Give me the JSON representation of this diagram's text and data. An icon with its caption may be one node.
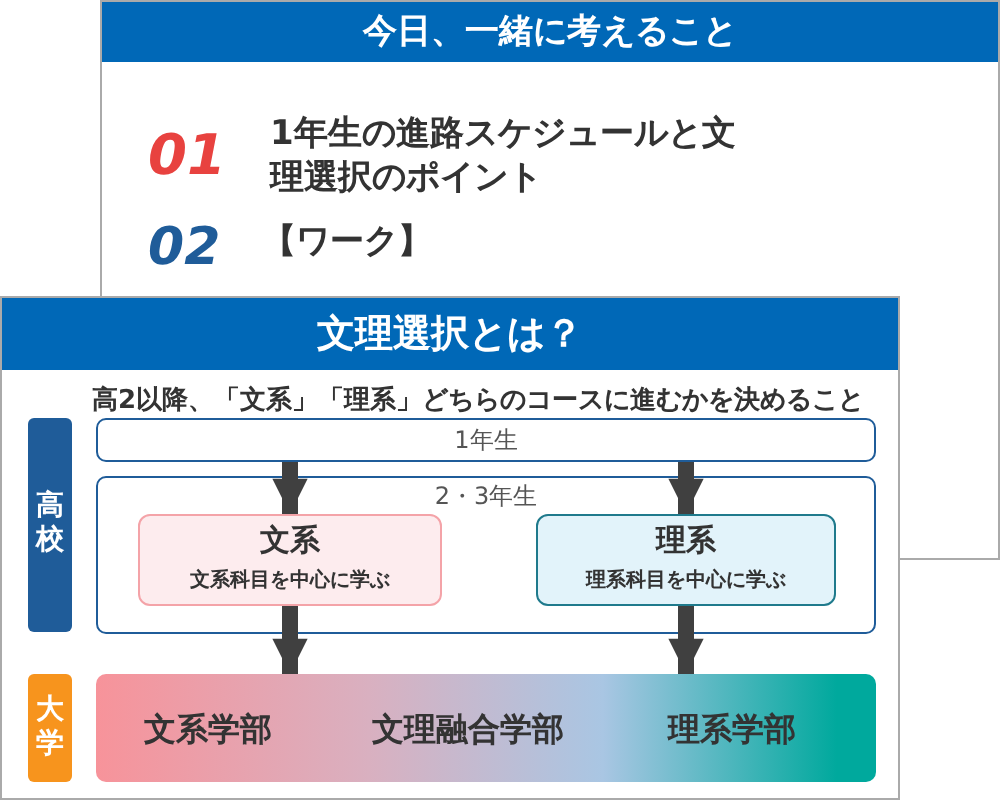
{
  "diagram": {
    "nodes": [
      {
        "text": [
          "今日、一緒に考えること"
        ]
      },
      {
        "text": [
          "文理選択とは？",
          "高2以降、「文系」「理系」どちらのコースに進むかを決めること"
        ]
      },
      {
        "text": [
          "高校"
        ],
        "in": 1
      },
      {
        "text": [
          "1年生"
        ],
        "in": 1
      },
      {
        "text": [
          "2・3年生"
        ],
        "in": 1
      },
      {
        "text": [
          "文系",
          "文系科目を中心に学ぶ"
        ],
        "in": 4
      },
      {
        "text": [
          "理系",
          "理系科目を中心に学ぶ"
        ],
        "in": 4
      },
      {
        "text": [
          "大学"
        ],
        "in": 1
      },
      {
        "text": [
          "文系学部",
          "文理融合学部",
          "理系学部"
        ],
        "in": 1
      }
    ],
    "edges": [
      {
        "from": 3,
        "to": 5,
        "arrow": "to"
      },
      {
        "from": 3,
        "to": 6,
        "arrow": "to"
      },
      {
        "from": 5,
        "to": 8,
        "arrow": "to"
      },
      {
        "from": 6,
        "to": 8,
        "arrow": "to"
      }
    ],
    "labels": [
      "01",
      "1年生の進路スケジュールと文理選択のポイント",
      "02",
      "【ワーク】"
    ]
  }
}
